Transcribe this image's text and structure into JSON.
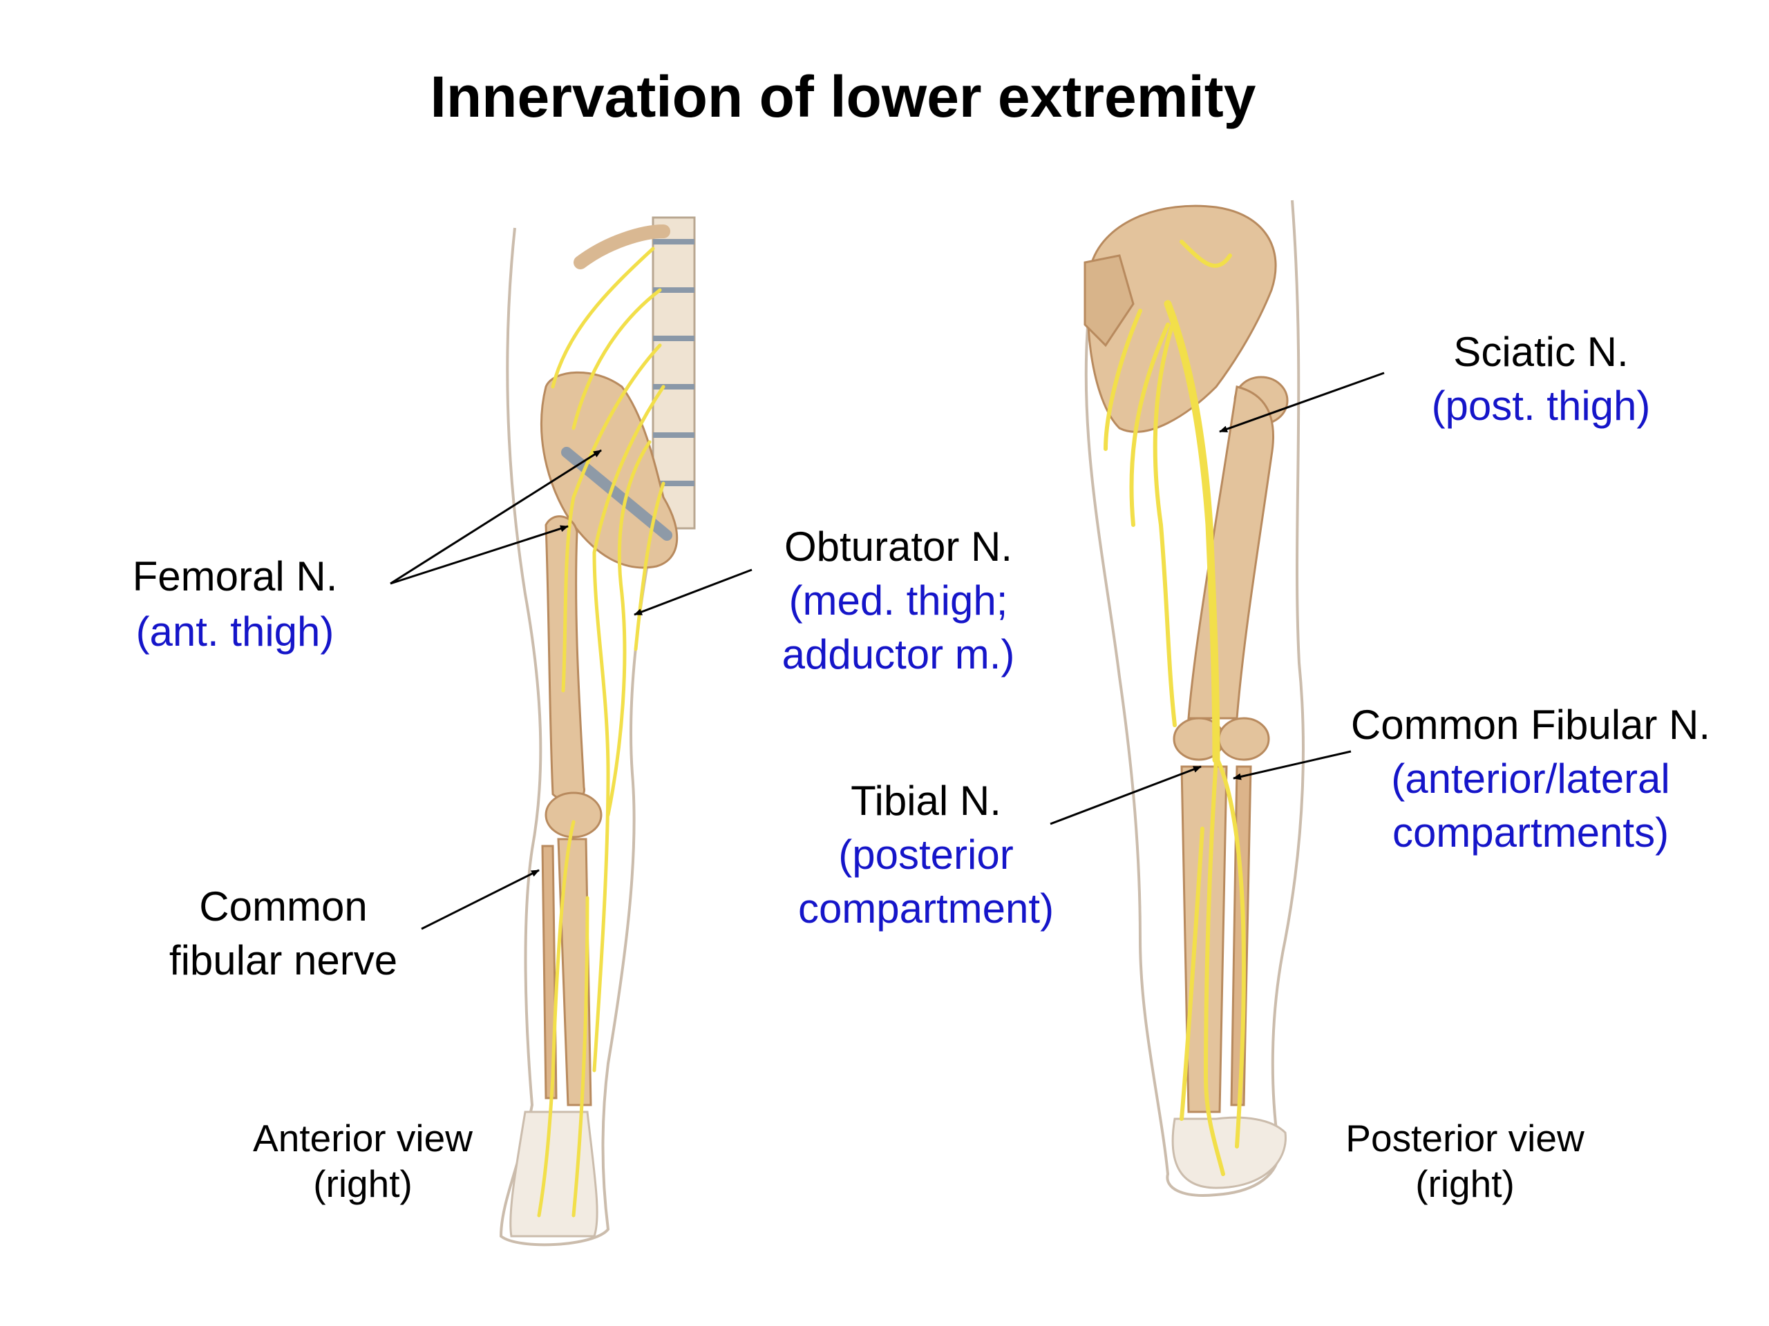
{
  "title": "Innervation of lower extremity",
  "labels": {
    "femoral": {
      "name": "Femoral N.",
      "region": "(ant. thigh)"
    },
    "obturator": {
      "name": "Obturator N.",
      "region_line1": "(med. thigh;",
      "region_line2": "adductor m.)"
    },
    "common_fibular_left": {
      "line1": "Common",
      "line2": "fibular nerve"
    },
    "sciatic": {
      "name": "Sciatic N.",
      "region": "(post. thigh)"
    },
    "common_fibular_right": {
      "name": "Common Fibular N.",
      "region_line1": "(anterior/lateral",
      "region_line2": "compartments)"
    },
    "tibial": {
      "name": "Tibial N.",
      "region_line1": "(posterior",
      "region_line2": "compartment)"
    }
  },
  "views": {
    "anterior": {
      "line1": "Anterior view",
      "line2": "(right)"
    },
    "posterior": {
      "line1": "Posterior view",
      "line2": "(right)"
    }
  },
  "colors": {
    "nerve": "#f2df4a",
    "bone": "#e3c39c",
    "bone_shade": "#b88a5e",
    "outline": "#c9b9a8",
    "label_black": "#000000",
    "label_blue": "#1515c9"
  }
}
